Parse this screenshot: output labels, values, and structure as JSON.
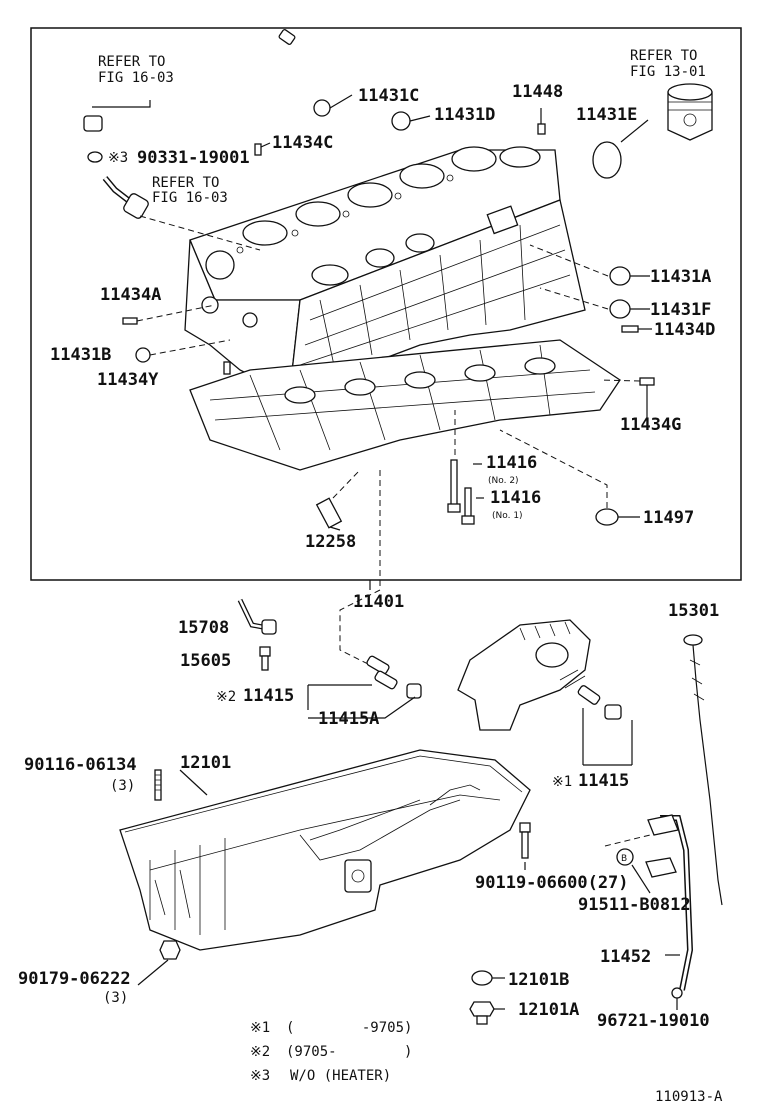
{
  "labels": {
    "ref_16_03_a_1": "REFER TO",
    "ref_16_03_a_2": "FIG 16-03",
    "ref_16_03_b_1": "REFER TO",
    "ref_16_03_b_2": "FIG 16-03",
    "ref_13_01_1": "REFER TO",
    "ref_13_01_2": "FIG 13-01",
    "p11431C": "11431C",
    "p11448": "11448",
    "p11431D": "11431D",
    "p11431E": "11431E",
    "p11434C": "11434C",
    "p90331": "90331-19001",
    "note3_mark": "※3",
    "p11431A": "11431A",
    "p11431F": "11431F",
    "p11434D": "11434D",
    "p11434A": "11434A",
    "p11431B": "11431B",
    "p11434Y": "11434Y",
    "p11434G": "11434G",
    "p11416_2": "11416",
    "p11416_2_sub": "(No. 2)",
    "p11416_1": "11416",
    "p11416_1_sub": "(No. 1)",
    "p11497": "11497",
    "p12258": "12258",
    "p11401": "11401",
    "p15708": "15708",
    "p15605": "15605",
    "p15301": "15301",
    "p11415_2": "11415",
    "note2_mark": "※2",
    "p11415A": "11415A",
    "p11415_1": "11415",
    "note1_mark": "※1",
    "p90116": "90116-06134",
    "p90116_qty": "(3)",
    "p12101": "12101",
    "p90119": "90119-06600(27)",
    "p91511": "91511-B0812",
    "p90179": "90179-06222",
    "p90179_qty": "(3)",
    "p11452": "11452",
    "p12101B": "12101B",
    "p12101A": "12101A",
    "p96721": "96721-19010",
    "circle_b": "B"
  },
  "notes": [
    {
      "mark": "※1",
      "text": "(        -9705)"
    },
    {
      "mark": "※2",
      "text": "(9705-        )"
    },
    {
      "mark": "※3",
      "text": "W/O (HEATER)"
    }
  ],
  "figure_id": "110913-A"
}
